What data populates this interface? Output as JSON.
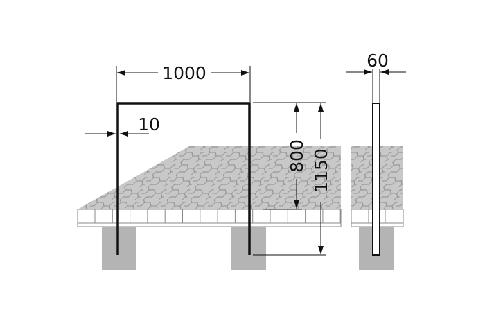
{
  "dimensions": {
    "width": "1000",
    "thickness": "10",
    "height_above_ground": "800",
    "total_height": "1150",
    "depth": "60"
  },
  "colors": {
    "paving": "#c8c8c8",
    "paving_lines": "#8f8f8f",
    "footing": "#b4b4b4",
    "bar": "#111111"
  }
}
